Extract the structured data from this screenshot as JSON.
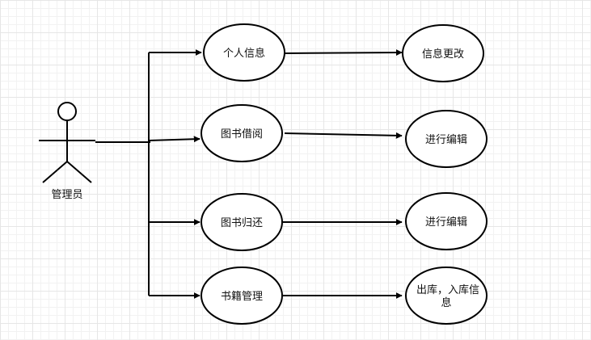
{
  "actor": {
    "label": "管理员"
  },
  "functions": [
    {
      "label": "个人信息",
      "result_lines": [
        "信息更改"
      ]
    },
    {
      "label": "图书借阅",
      "result_lines": [
        "进行编辑"
      ]
    },
    {
      "label": "图书归还",
      "result_lines": [
        "进行编辑"
      ]
    },
    {
      "label": "书籍管理",
      "result_lines": [
        "出库，入库信",
        "息"
      ]
    }
  ],
  "colors": {
    "stroke": "#000000",
    "node_fill": "#ffffff",
    "grid": "#e6e6e6"
  }
}
